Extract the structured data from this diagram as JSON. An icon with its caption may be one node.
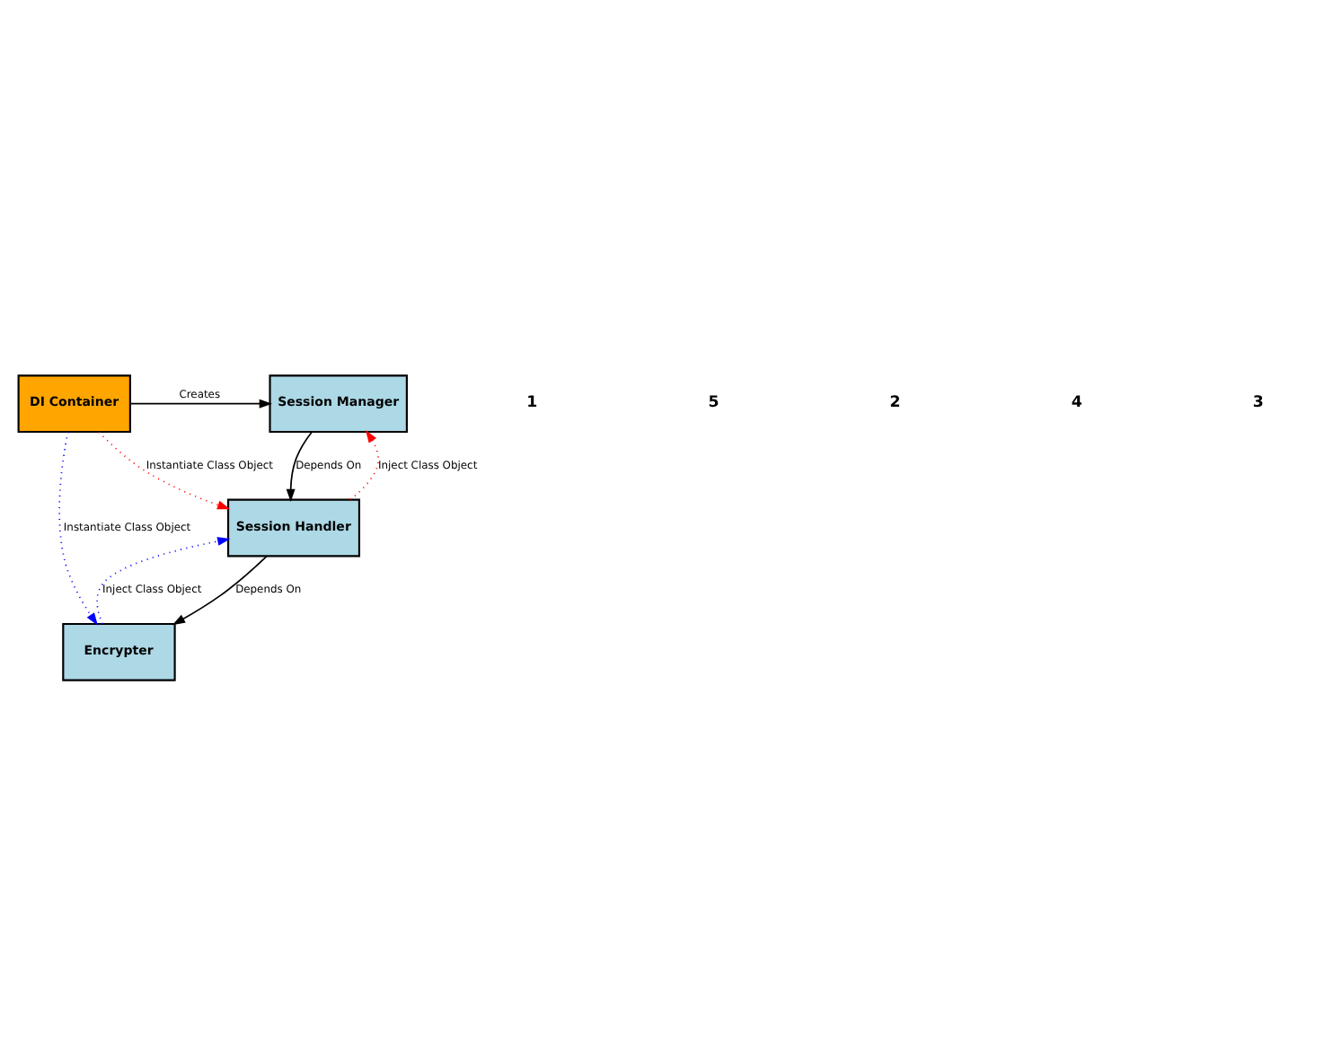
{
  "diagram": {
    "nodes": [
      {
        "text": [
          "DI Container"
        ]
      },
      {
        "text": [
          "Session Manager"
        ]
      },
      {
        "text": [
          "Session Handler"
        ]
      },
      {
        "text": [
          "Encrypter"
        ]
      }
    ],
    "edges": [
      {
        "from": 0,
        "to": 1,
        "arrow": "to",
        "label": "Creates"
      },
      {
        "from": 1,
        "to": 2,
        "arrow": "to",
        "label": "Depends On"
      },
      {
        "from": 0,
        "to": 2,
        "arrow": "to",
        "label": "Instantiate Class Object",
        "style": "dashed",
        "color": "#ff0000"
      },
      {
        "from": 2,
        "to": 1,
        "arrow": "to",
        "label": "Inject Class Object",
        "style": "dashed",
        "color": "#ff0000"
      },
      {
        "from": 2,
        "to": 3,
        "arrow": "to",
        "label": "Depends On"
      },
      {
        "from": 3,
        "to": 2,
        "arrow": "to",
        "label": "Inject Class Object",
        "style": "dashed",
        "color": "#0000ff"
      },
      {
        "from": 0,
        "to": 3,
        "arrow": "to",
        "label": "Instantiate Class Object",
        "style": "dashed",
        "color": "#0000ff"
      }
    ],
    "labels": [
      "1",
      "5",
      "2",
      "4",
      "3"
    ]
  }
}
